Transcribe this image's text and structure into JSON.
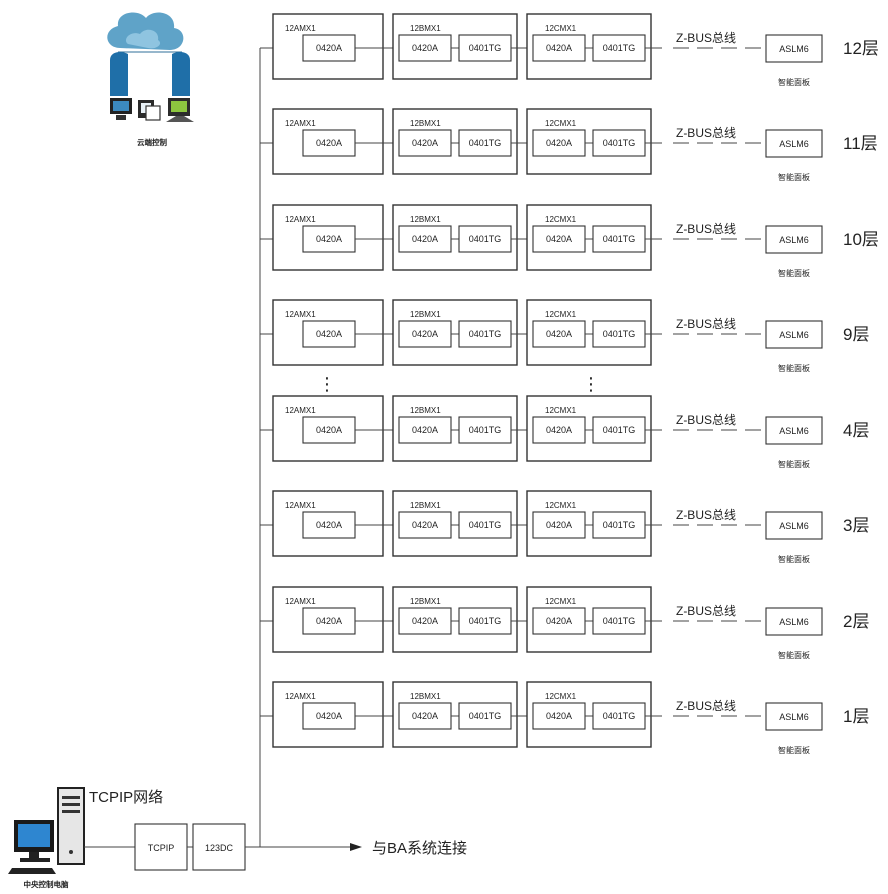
{
  "cloud": {
    "caption": "云端控制"
  },
  "computer": {
    "caption": "中央控制电脑"
  },
  "network": {
    "label": "TCPIP网络",
    "tcpip_box": "TCPIP",
    "dc_box": "123DC"
  },
  "ba": {
    "label": "与BA系统连接"
  },
  "panels": {
    "a_title": "12AMX1",
    "b_title": "12BMX1",
    "c_title": "12CMX1"
  },
  "modules": {
    "m0420": "0420A",
    "m0401": "0401TG"
  },
  "bus": {
    "label": "Z-BUS总线"
  },
  "endpoint": {
    "name": "ASLM6",
    "caption": "智能面板"
  },
  "floors": [
    {
      "label": "12层"
    },
    {
      "label": "11层"
    },
    {
      "label": "10层"
    },
    {
      "label": "9层"
    },
    {
      "label": "4层"
    },
    {
      "label": "3层"
    },
    {
      "label": "2层"
    },
    {
      "label": "1层"
    }
  ],
  "ellipsis": "⋮"
}
